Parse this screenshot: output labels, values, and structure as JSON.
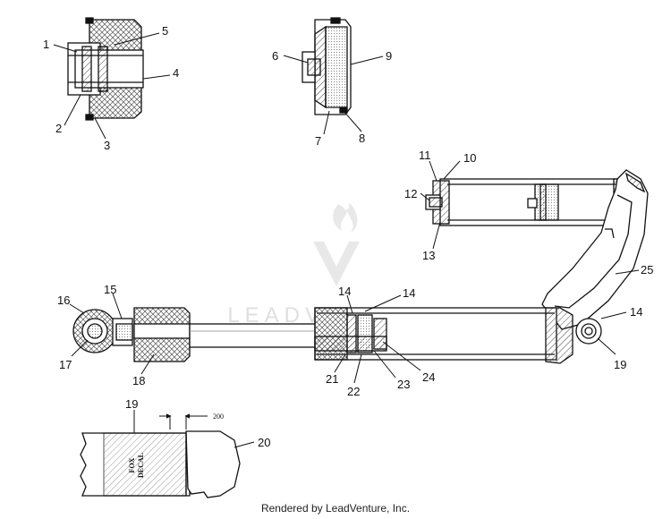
{
  "watermark": {
    "text": "LEADVENTURE"
  },
  "footer": {
    "text": "Rendered by LeadVenture, Inc."
  },
  "callouts": [
    "1",
    "2",
    "3",
    "4",
    "5",
    "6",
    "7",
    "8",
    "9",
    "10",
    "11",
    "12",
    "13",
    "14",
    "14",
    "14",
    "14",
    "15",
    "16",
    "17",
    "18",
    "19",
    "19",
    "20",
    "21",
    "22",
    "23",
    "24",
    "25"
  ],
  "dimension": {
    "text": "200"
  },
  "decal": {
    "line1": "FOX",
    "line2": "DECAL"
  },
  "colors": {
    "line": "#111111",
    "hatch": "#444444",
    "watermark": "#dcdcdc"
  }
}
